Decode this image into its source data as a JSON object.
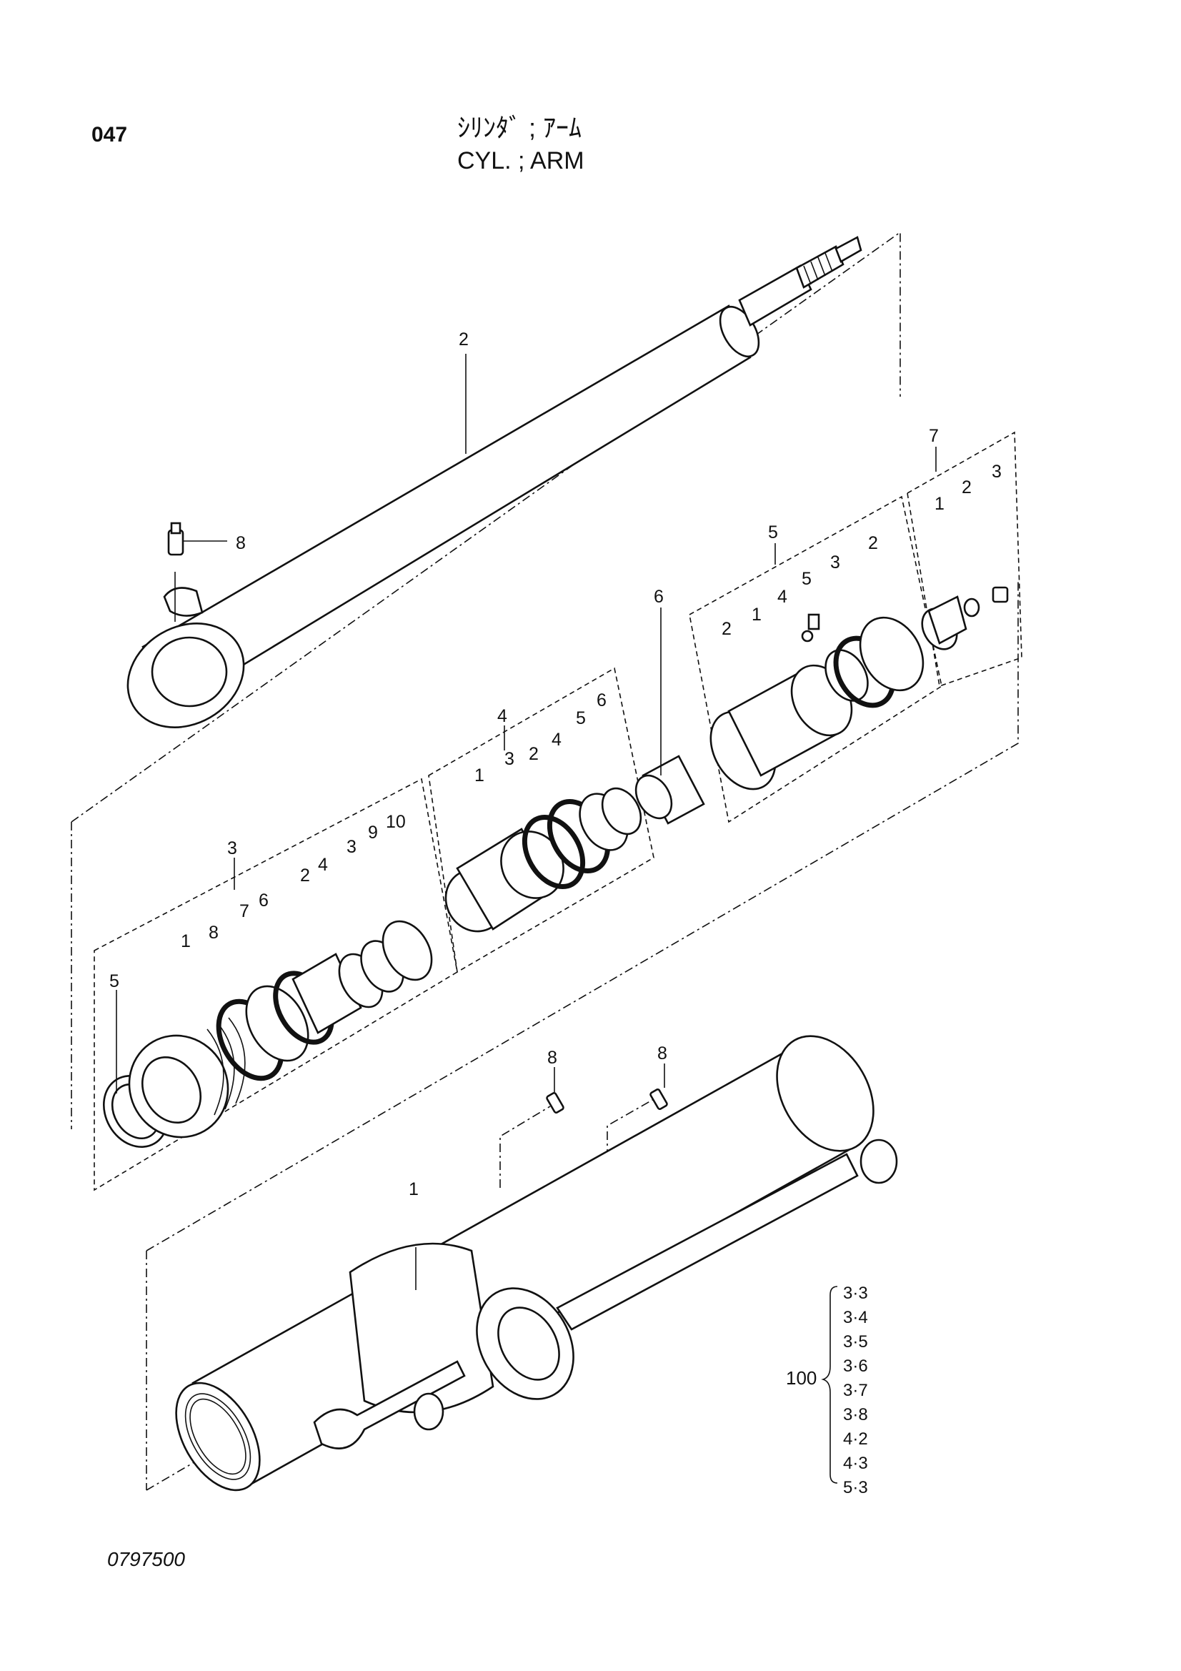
{
  "page_number": "047",
  "title_jp": "ｼﾘﾝﾀﾞ ; ｱｰﾑ",
  "title_en": "CYL. ; ARM",
  "document_number": "0797500",
  "parts": {
    "rod": "2",
    "rod_grease_fitting": "8",
    "cylinder_tube": "1",
    "tube_grease_fitting_a": "8",
    "tube_grease_fitting_b": "8",
    "cushion_collar": "6"
  },
  "group_3": {
    "number": "3",
    "items": [
      "1",
      "8",
      "7",
      "6",
      "2",
      "4",
      "3",
      "9",
      "10",
      "5"
    ]
  },
  "group_4": {
    "number": "4",
    "items": [
      "1",
      "3",
      "2",
      "4",
      "5",
      "6"
    ]
  },
  "group_5": {
    "number": "5",
    "items": [
      "2",
      "1",
      "4",
      "5",
      "3",
      "2"
    ]
  },
  "group_7": {
    "number": "7",
    "items": [
      "1",
      "2",
      "3"
    ]
  },
  "seal_kit": {
    "number": "100",
    "items": [
      "3·3",
      "3·4",
      "3·5",
      "3·6",
      "3·7",
      "3·8",
      "4·2",
      "4·3",
      "5·3"
    ]
  }
}
